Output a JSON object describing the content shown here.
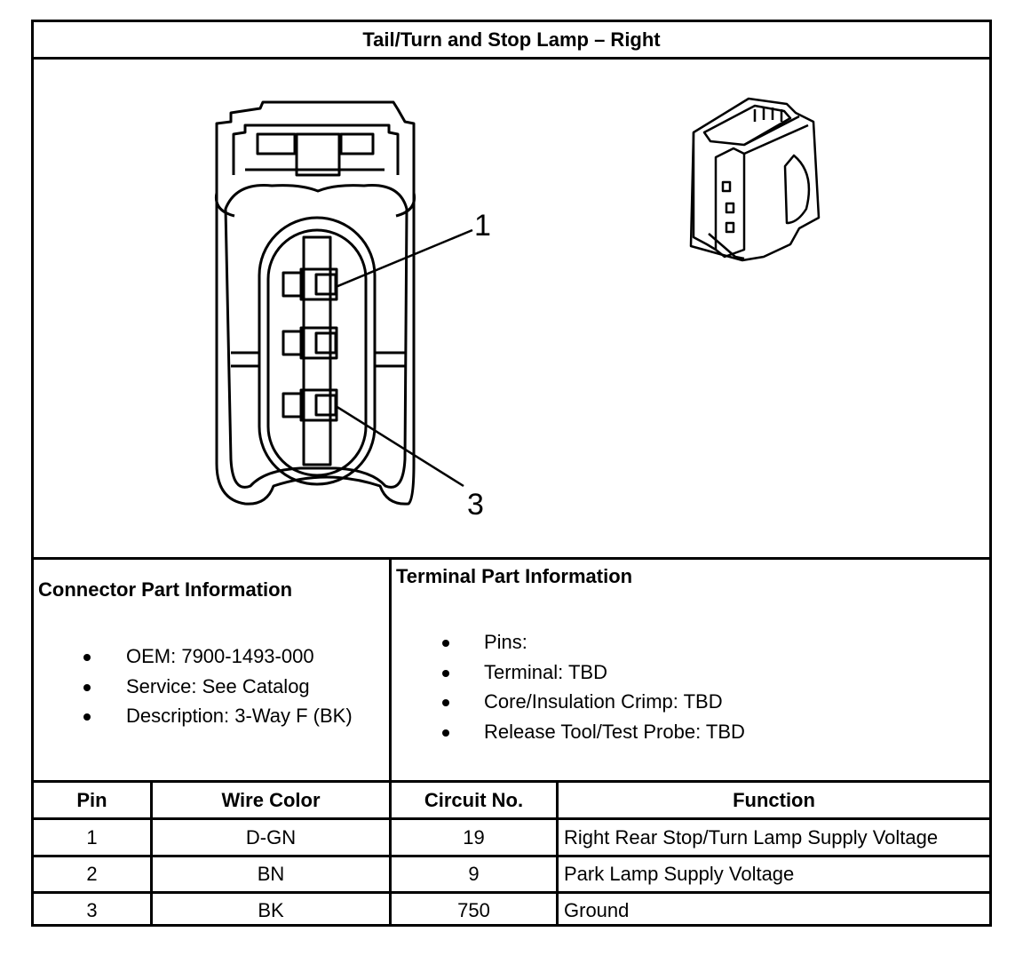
{
  "title": "Tail/Turn and Stop Lamp – Right",
  "diagram": {
    "callouts": [
      "1",
      "3"
    ]
  },
  "connector_info": {
    "heading": "Connector Part Information",
    "items": [
      "OEM: 7900-1493-000",
      "Service: See Catalog",
      "Description: 3-Way F (BK)"
    ]
  },
  "terminal_info": {
    "heading": "Terminal Part Information",
    "items": [
      "Pins:",
      "Terminal: TBD",
      "Core/Insulation Crimp: TBD",
      "Release Tool/Test Probe: TBD"
    ]
  },
  "pin_table": {
    "headers": [
      "Pin",
      "Wire Color",
      "Circuit No.",
      "Function"
    ],
    "rows": [
      [
        "1",
        "D-GN",
        "19",
        "Right Rear Stop/Turn Lamp Supply Voltage"
      ],
      [
        "2",
        "BN",
        "9",
        "Park Lamp Supply Voltage"
      ],
      [
        "3",
        "BK",
        "750",
        "Ground"
      ]
    ]
  }
}
